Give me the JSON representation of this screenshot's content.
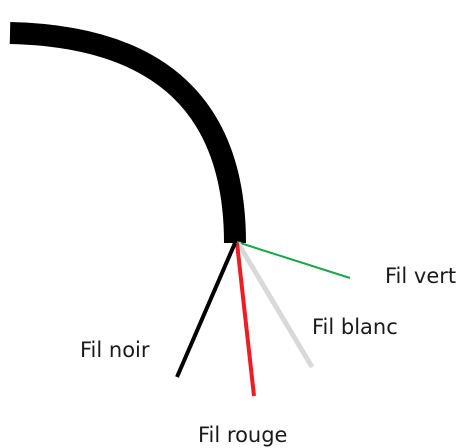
{
  "diagram": {
    "cable_color": "#000000",
    "wires": [
      {
        "id": "vert",
        "label": "Fil vert",
        "color": "#1aa64a"
      },
      {
        "id": "blanc",
        "label": "Fil blanc",
        "color": "#d9d9d9"
      },
      {
        "id": "rouge",
        "label": "Fil rouge",
        "color": "#ee1c25"
      },
      {
        "id": "noir",
        "label": "Fil noir",
        "color": "#000000"
      }
    ]
  }
}
